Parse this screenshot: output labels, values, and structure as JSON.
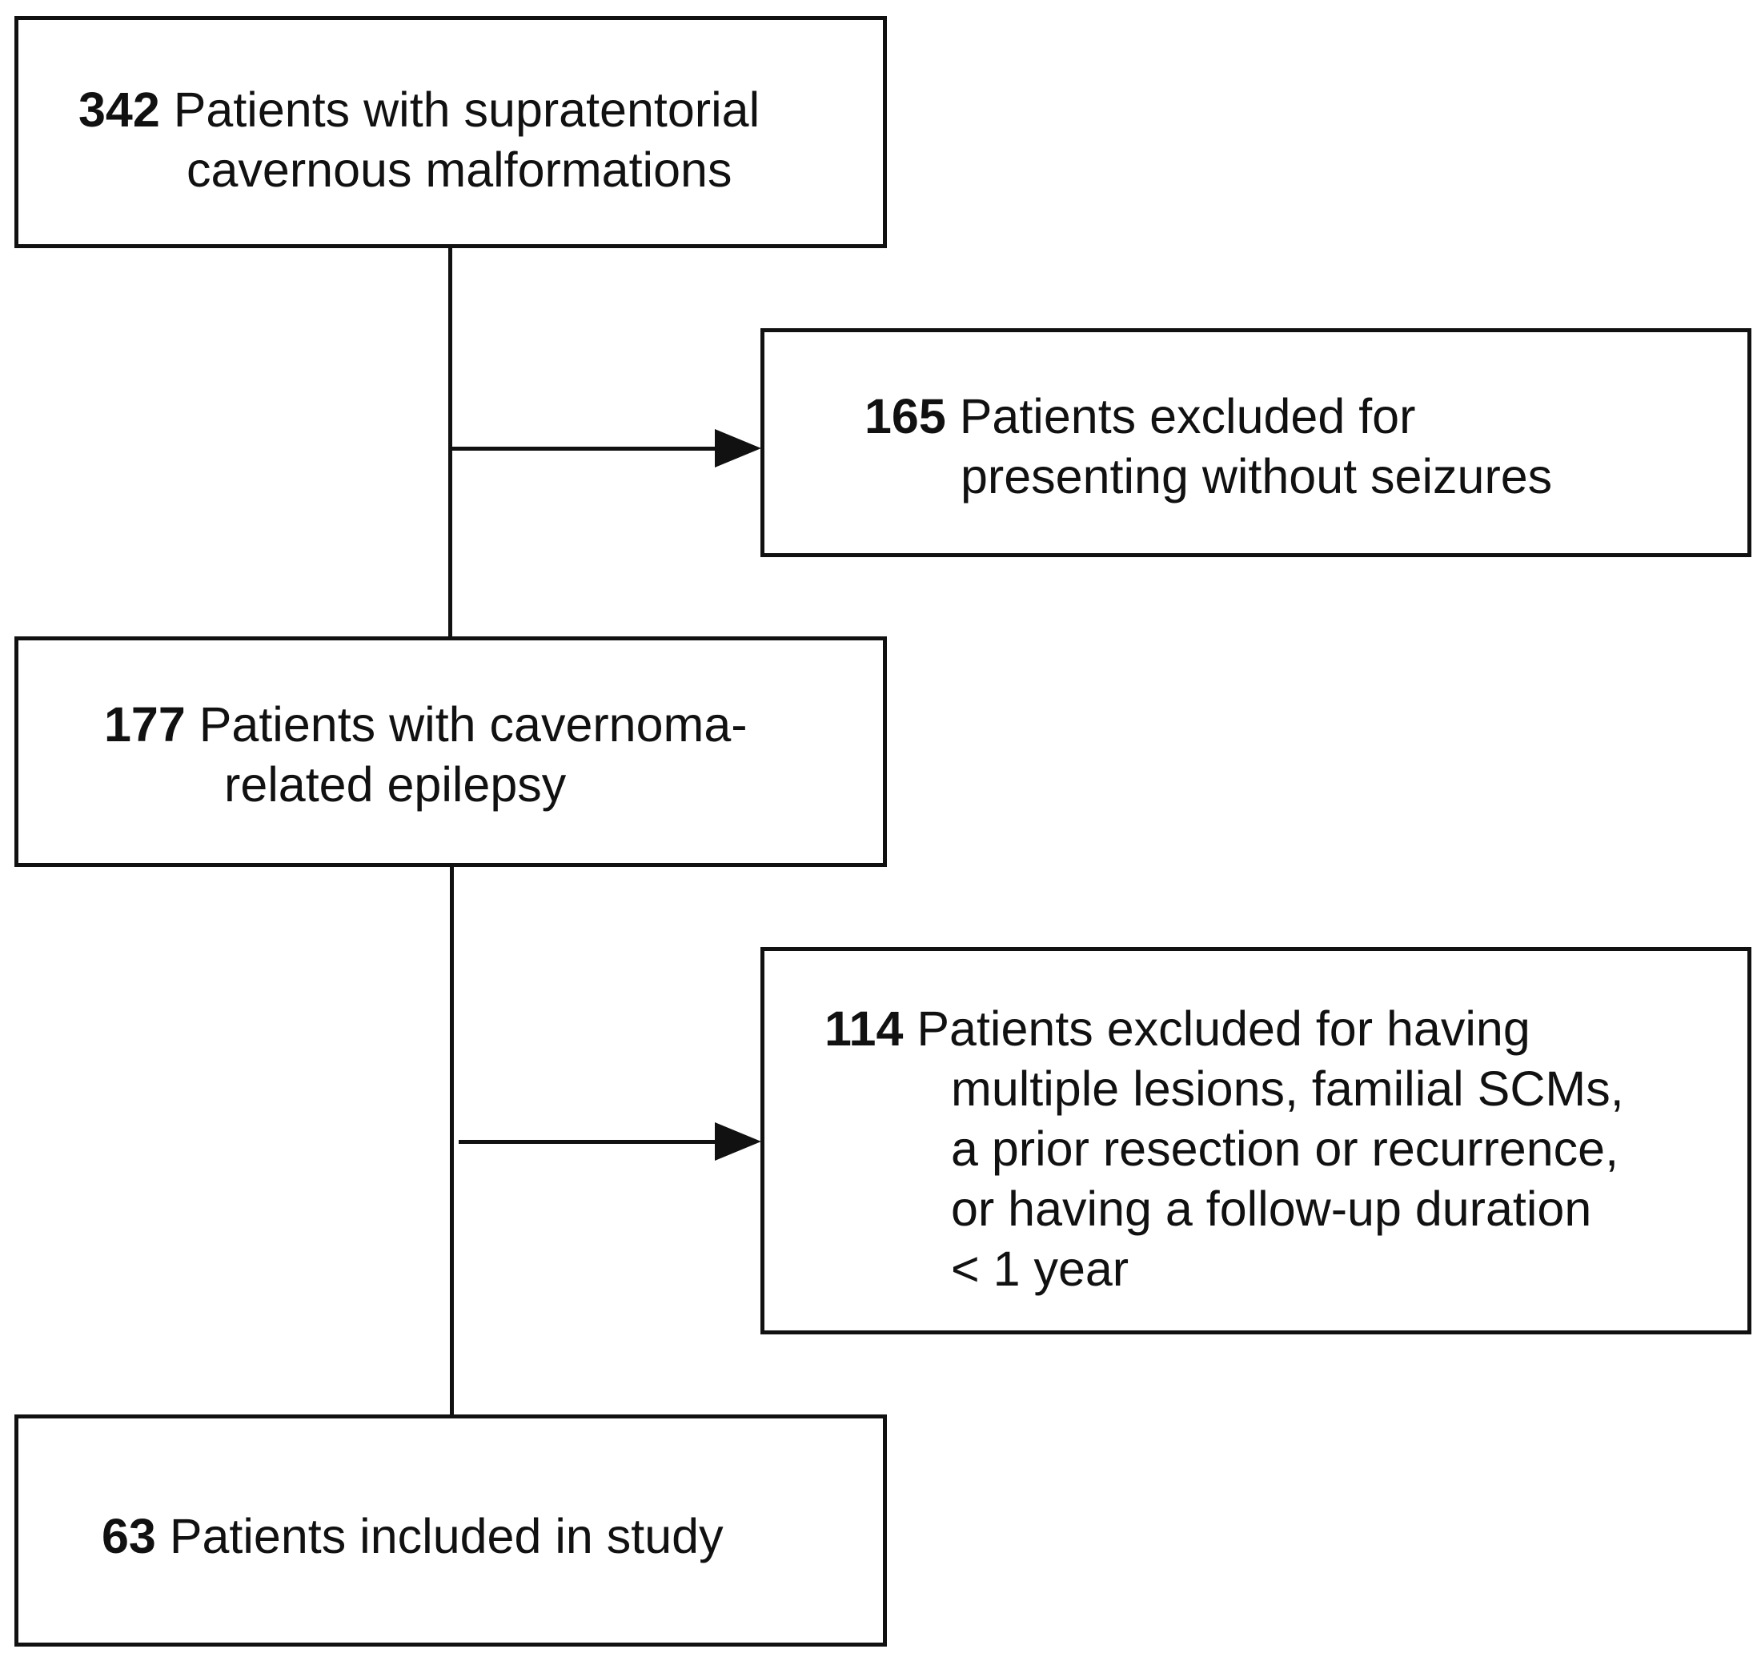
{
  "flow": {
    "step1": {
      "count": "342",
      "line1": "Patients with supratentorial",
      "line2": "cavernous malformations"
    },
    "exclusion1": {
      "count": "165",
      "line1": "Patients excluded for",
      "line2": "presenting without seizures"
    },
    "step2": {
      "count": "177",
      "line1": "Patients with cavernoma-",
      "line2": "related epilepsy"
    },
    "exclusion2": {
      "count": "114",
      "line1": "Patients excluded for having",
      "line2": "multiple lesions, familial SCMs,",
      "line3": "a prior resection or recurrence,",
      "line4": "or having a follow-up duration",
      "line5": "< 1 year"
    },
    "step3": {
      "count": "63",
      "line1": "Patients included in study"
    }
  }
}
